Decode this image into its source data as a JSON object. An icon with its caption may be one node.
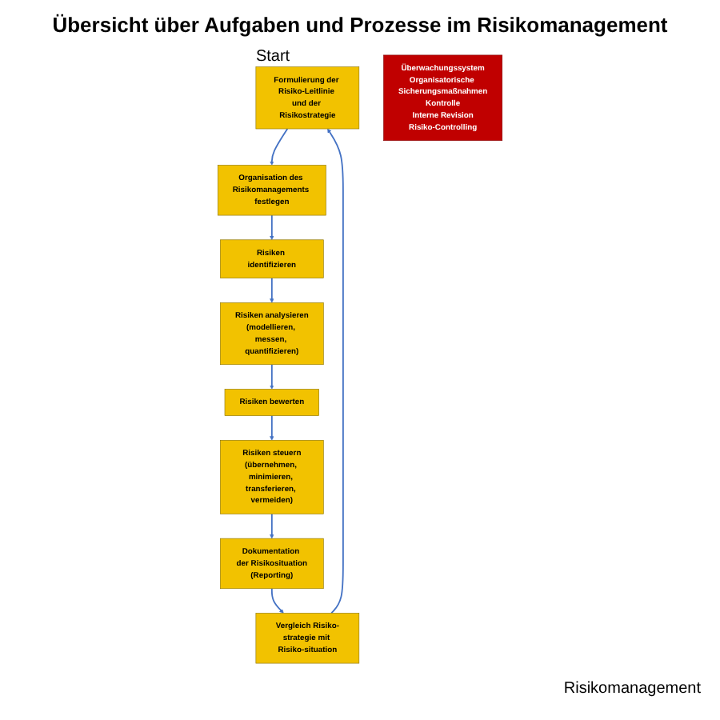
{
  "diagram": {
    "title": "Übersicht über Aufgaben und Prozesse im Risikomanagement",
    "nodes": [
      {
        "text": [
          "Formulierung der Risiko-Leitlinie und der Risikostrategie"
        ],
        "beside": [
          "Start"
        ]
      },
      {
        "text": [
          "Organisation des Risikomanagements festlegen"
        ]
      },
      {
        "text": [
          "Risiken identifizieren"
        ]
      },
      {
        "text": [
          "Risiken analysieren",
          "(modellieren, messen, quantifizieren)"
        ]
      },
      {
        "text": [
          "Risiken bewerten"
        ]
      },
      {
        "text": [
          "Risiken steuern",
          "(übernehmen, minimieren, transferieren, vermeiden)"
        ]
      },
      {
        "text": [
          "Dokumentation der Risikosituation",
          "(Reporting)"
        ]
      },
      {
        "text": [
          "Vergleich Risiko-strategie mit Risiko-situation"
        ]
      },
      {
        "text": [
          "Überwachungssystem",
          "Organisatorische Sicherungsmaßnahmen",
          "Kontrolle",
          "Interne Revision",
          "Risiko-Controlling"
        ]
      }
    ],
    "edges": [
      {
        "from": 0,
        "to": 1,
        "arrow": "to"
      },
      {
        "from": 1,
        "to": 2,
        "arrow": "to"
      },
      {
        "from": 2,
        "to": 3,
        "arrow": "to"
      },
      {
        "from": 3,
        "to": 4,
        "arrow": "to"
      },
      {
        "from": 4,
        "to": 5,
        "arrow": "to"
      },
      {
        "from": 5,
        "to": 6,
        "arrow": "to"
      },
      {
        "from": 6,
        "to": 7,
        "arrow": "to"
      },
      {
        "from": 7,
        "to": 0,
        "arrow": "to"
      }
    ],
    "labels": [
      "Risikomanagement"
    ]
  }
}
